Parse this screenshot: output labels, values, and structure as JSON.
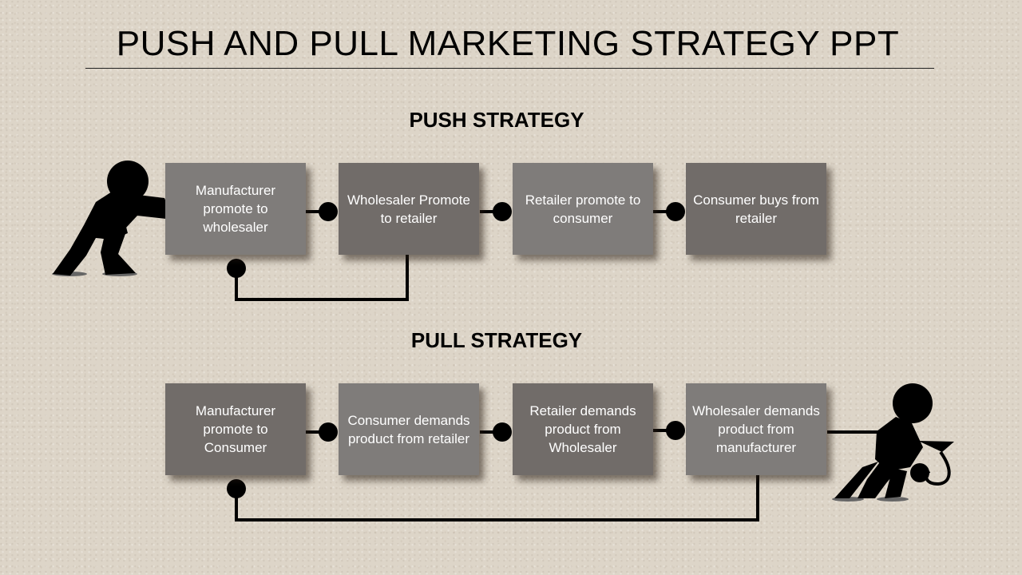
{
  "title": "PUSH AND PULL MARKETING STRATEGY PPT",
  "push": {
    "heading": "PUSH STRATEGY",
    "steps": [
      "Manufacturer promote to wholesaler",
      "Wholesaler Promote to retailer",
      "Retailer promote to consumer",
      "Consumer buys from retailer"
    ]
  },
  "pull": {
    "heading": "PULL STRATEGY",
    "steps": [
      "Manufacturer promote to Consumer",
      "Consumer demands product from retailer",
      "Retailer demands product from Wholesaler",
      "Wholesaler demands product from manufacturer"
    ]
  },
  "icons": [
    "pushing-figure-icon",
    "pulling-figure-icon"
  ],
  "colors": {
    "box_light": "#7f7c7a",
    "box_dark": "#716c69",
    "background": "#ddd5c8",
    "connector": "#000000"
  }
}
